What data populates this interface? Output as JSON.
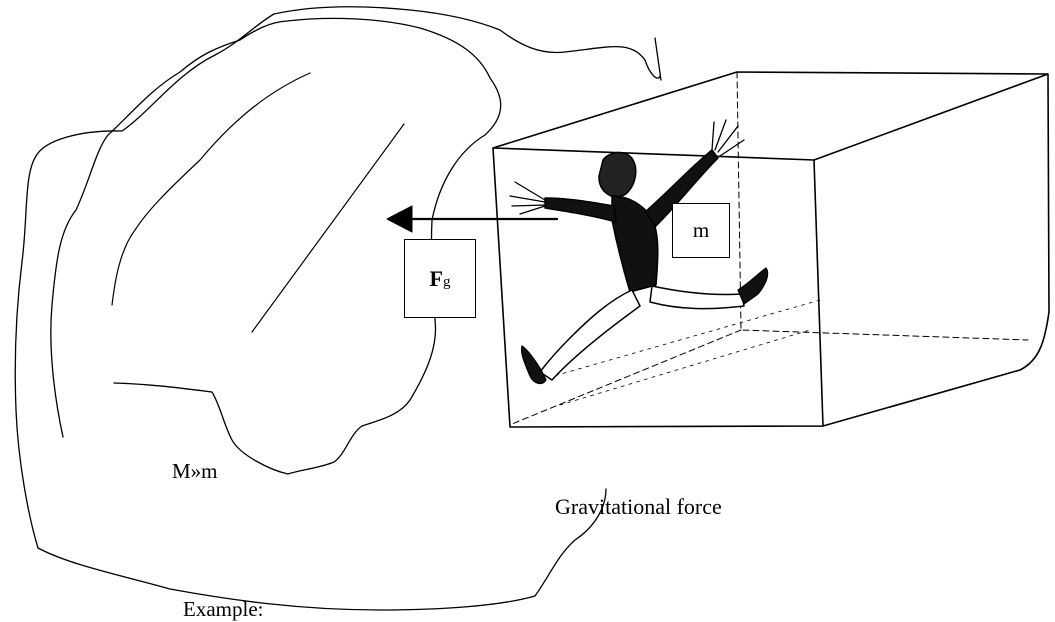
{
  "labels": {
    "small_mass": "m",
    "force_symbol": "F",
    "force_subscript": "g",
    "mass_relation": "M»m",
    "caption": "Gravitational force",
    "example": "Example:"
  },
  "colors": {
    "ink": "#000000",
    "background": "#ffffff"
  }
}
